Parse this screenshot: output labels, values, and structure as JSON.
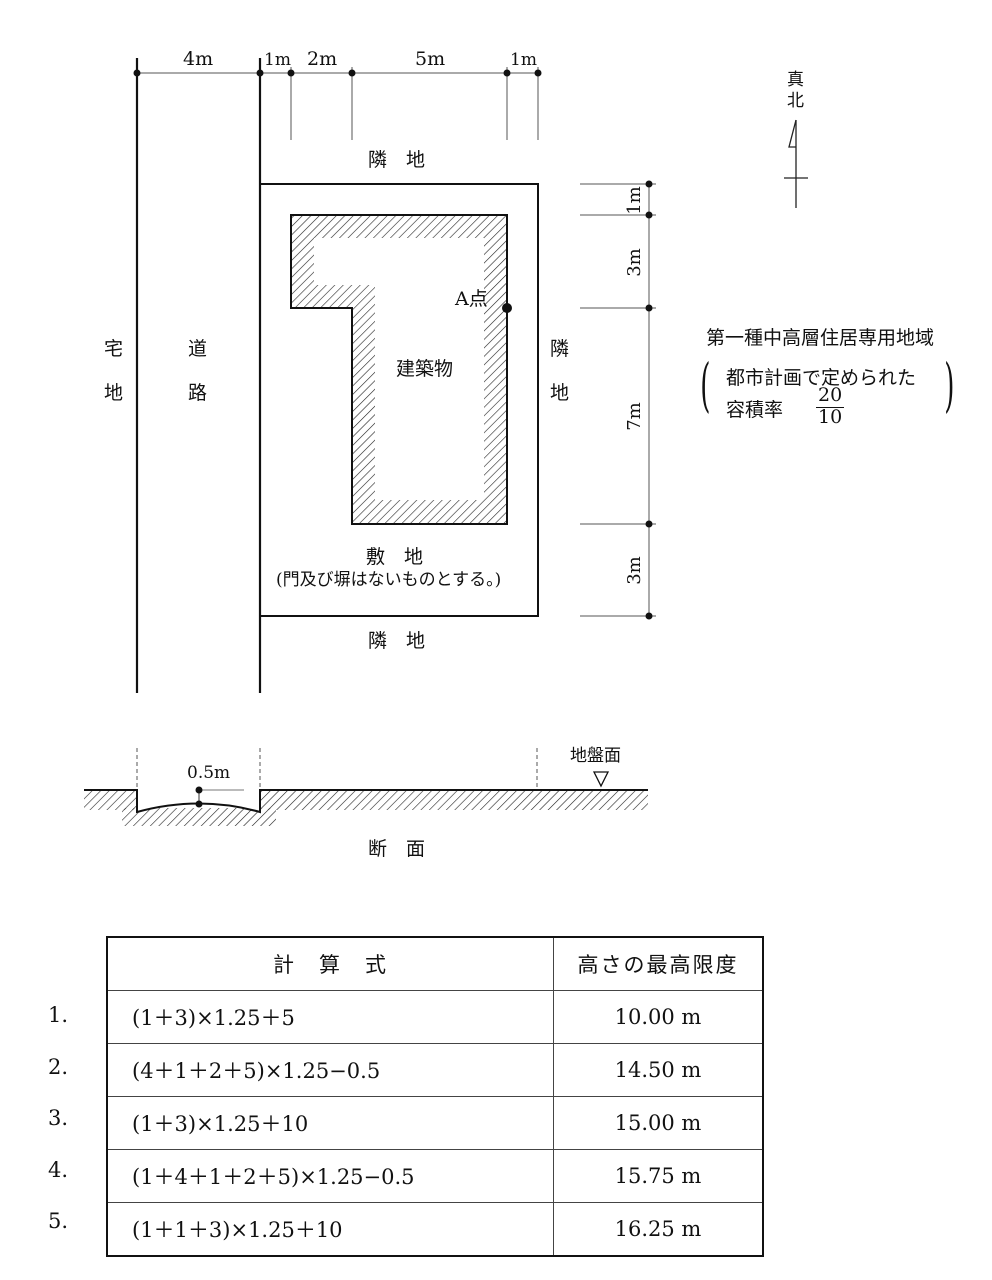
{
  "diagram": {
    "top_dimensions": [
      "4m",
      "1m",
      "2m",
      "5m",
      "1m"
    ],
    "right_dimensions": [
      "1m",
      "3m",
      "7m",
      "3m"
    ],
    "north": {
      "label_1": "真",
      "label_2": "北"
    },
    "labels": {
      "neighbor_top": "隣　地",
      "neighbor_bottom": "隣　地",
      "neighbor_right_1": "隣",
      "neighbor_right_2": "地",
      "residential_1": "宅",
      "residential_2": "地",
      "road_1": "道",
      "road_2": "路",
      "building": "建築物",
      "point_a": "A点",
      "site": "敷　地",
      "site_note": "(門及び塀はないものとする。)"
    },
    "zone": {
      "line1": "第一種中高層住居専用地域",
      "line2": "都市計画で定められた",
      "line3": "容積率",
      "far_numerator": "20",
      "far_denominator": "10"
    },
    "section": {
      "depth_label": "0.5m",
      "ground_label": "地盤面",
      "title": "断　面"
    }
  },
  "table": {
    "headers": [
      "計　算　式",
      "高さの最高限度"
    ],
    "rows": [
      {
        "num": "1.",
        "formula": "(1＋3)×1.25＋5",
        "height": "10.00 m"
      },
      {
        "num": "2.",
        "formula": "(4＋1＋2＋5)×1.25−0.5",
        "height": "14.50 m"
      },
      {
        "num": "3.",
        "formula": "(1＋3)×1.25＋10",
        "height": "15.00 m"
      },
      {
        "num": "4.",
        "formula": "(1＋4＋1＋2＋5)×1.25−0.5",
        "height": "15.75 m"
      },
      {
        "num": "5.",
        "formula": "(1＋1＋3)×1.25＋10",
        "height": "16.25 m"
      }
    ]
  }
}
